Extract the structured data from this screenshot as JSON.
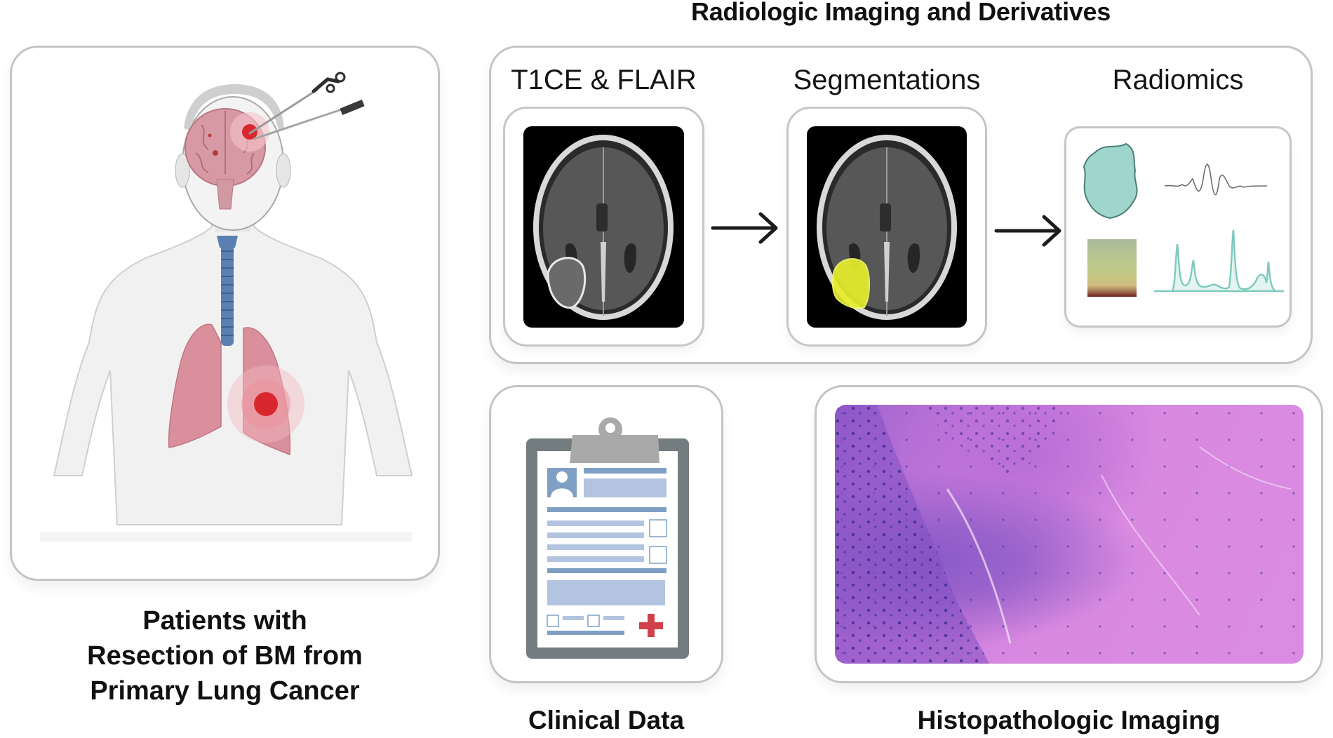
{
  "header": {
    "title": "Radiologic Imaging and Derivatives"
  },
  "patient_panel": {
    "caption_lines": [
      "Patients with",
      "Resection of BM from",
      "Primary Lung Cancer"
    ],
    "illustration": {
      "brain_icon": "brain-with-metastases",
      "instrument_icon": "surgical-forceps-and-endoscope",
      "lungs_icon": "lungs-with-tumor",
      "trachea_icon": "trachea",
      "colors": {
        "brain": "#d99aa6",
        "tumor": "#d8282e",
        "lung": "#d9909c",
        "trachea": "#5b7fb0",
        "body": "#f2f2f2"
      }
    }
  },
  "radiologic_panel": {
    "steps": [
      {
        "label": "T1CE & FLAIR",
        "icon": "mri-axial-brain-scan"
      },
      {
        "label": "Segmentations",
        "icon": "mri-with-tumor-segmentation"
      },
      {
        "label": "Radiomics",
        "icon": "radiomics-features"
      }
    ],
    "arrows": [
      "right-arrow",
      "right-arrow"
    ],
    "segmentation_color": "#e6ee2a",
    "radiomics": {
      "shape_icon": "tumor-shape-blob",
      "wavelet_icon": "wavelet-signal",
      "texture_icon": "texture-heatmap",
      "histogram_icon": "intensity-spectrum",
      "accent": "#8fd3c8"
    }
  },
  "clinical_panel": {
    "caption": "Clinical Data",
    "icon": "clipboard-medical-record",
    "colors": {
      "board": "#737c7e",
      "clip": "#a9a9a9",
      "field": "#b2c4e0",
      "field_dark": "#7fa0c4",
      "cross": "#d0414a"
    }
  },
  "histo_panel": {
    "caption": "Histopathologic Imaging",
    "icon": "he-stained-tissue-slide",
    "colors": {
      "stroma": "#d98ae0",
      "nuclei": "#3b2a8f"
    }
  }
}
